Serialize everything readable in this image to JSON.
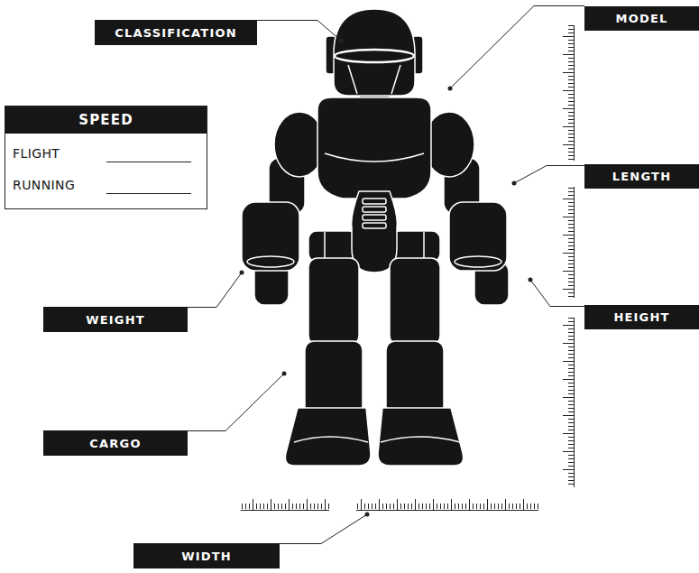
{
  "diagram": {
    "nodes": [
      {
        "text": [
          "CLASSIFICATION"
        ]
      },
      {
        "text": [
          "MODEL"
        ]
      },
      {
        "text": [
          "SPEED",
          "FLIGHT",
          "RUNNING"
        ]
      },
      {
        "text": [
          "LENGTH"
        ]
      },
      {
        "text": [
          "WEIGHT"
        ]
      },
      {
        "text": [
          "HEIGHT"
        ]
      },
      {
        "text": [
          "CARGO"
        ]
      },
      {
        "text": [
          "WIDTH"
        ]
      }
    ]
  }
}
